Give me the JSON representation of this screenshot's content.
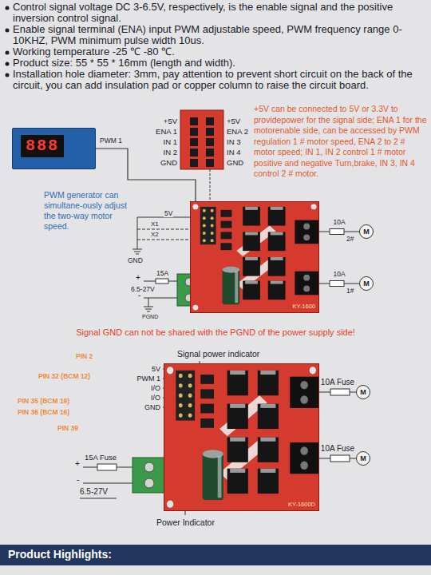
{
  "diagram": {
    "nodes": [
      {
        "text": [
          "888"
        ]
      },
      {
        "text": [
          "KY-1600"
        ]
      },
      {
        "text": [
          "M"
        ]
      },
      {
        "text": [
          "M"
        ]
      },
      {
        "text": [
          "KY-1600D"
        ]
      },
      {
        "text": [
          "M"
        ]
      },
      {
        "text": [
          "M"
        ]
      }
    ],
    "edges": [
      {
        "from": 0,
        "to": 1,
        "arrow": "none",
        "label": "PWM 1"
      },
      {
        "from": 1,
        "to": 2,
        "arrow": "none",
        "label": "10A"
      },
      {
        "from": 1,
        "to": 3,
        "arrow": "none",
        "label": "10A"
      },
      {
        "from": 4,
        "to": 5,
        "arrow": "none",
        "label": "10A Fuse"
      },
      {
        "from": 4,
        "to": 6,
        "arrow": "none",
        "label": "10A Fuse"
      }
    ],
    "labels": [
      "Control signal voltage DC 3-6.5V, respectively, is the enable signal and the positive inversion control signal.",
      "Enable signal terminal (ENA) input PWM adjustable speed, PWM frequency range 0-10KHZ, PWM minimum pulse width 10us.",
      "Working temperature -25 ℃ -80 ℃.",
      "Product size: 55 * 55 * 16mm (length and width).",
      "Installation hole diameter: 3mm, pay attention to prevent short circuit on the back of the circuit, you can add insulation pad or copper column to raise the circuit board.",
      "+5V",
      "ENA 1",
      "IN 1",
      "IN 2",
      "GND",
      "+5V",
      "ENA 2",
      "IN 3",
      "IN 4",
      "GND",
      "+5V can be connected to 5V or 3.3V to providepower for the signal side; ENA 1 for the motorenable side, can be accessed by PWM regulation 1 # motor speed, ENA 2 to 2 # motor speed; IN 1, IN 2 control 1 # motor positive and negative Turn,brake, IN 3, IN 4 control 2 # motor.",
      "PWM generator can simultane-ously adjust the two-way motor speed.",
      "5V",
      "X1",
      "X2",
      "GND",
      "2#",
      "1#",
      "15A",
      "+",
      "6.5-27V",
      "-",
      "PGND",
      "Signal GND can not be shared with the PGND of the power supply side!",
      "Signal power indicator",
      "5V",
      "PWM 1",
      "I/O",
      "I/O",
      "GND",
      "PIN 2",
      "PIN 32 (BCM 12)",
      "PIN 35 (BCM 19)",
      "PIN 36 (BCM 16)",
      "PIN 39",
      "15A Fuse",
      "+",
      "-",
      "6.5-27V",
      "Power Indicator",
      "Product Highlights:"
    ]
  }
}
